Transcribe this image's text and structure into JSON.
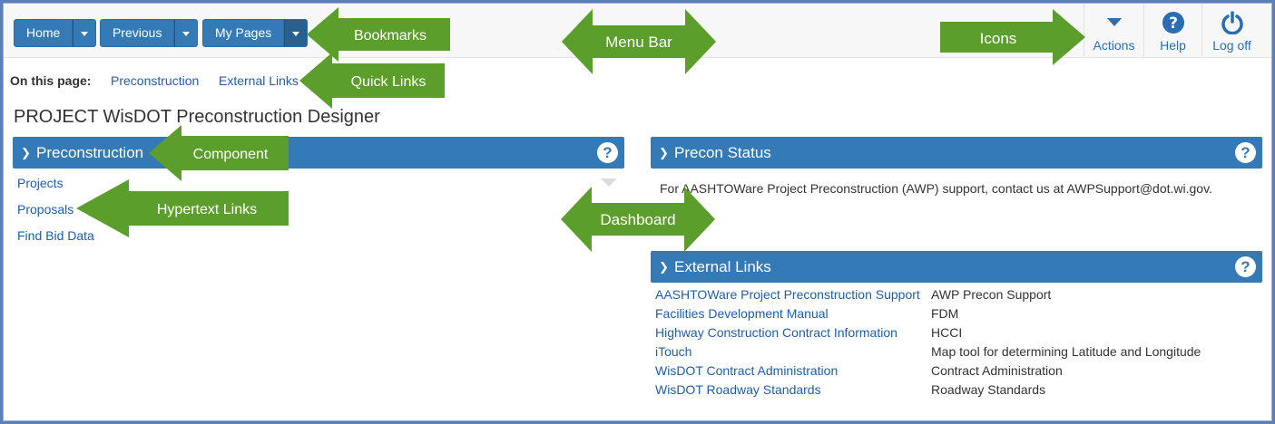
{
  "menubar": {
    "buttons": [
      {
        "label": "Home"
      },
      {
        "label": "Previous"
      },
      {
        "label": "My Pages"
      }
    ],
    "icons": [
      {
        "label": "Actions",
        "icon": "caret-down-icon"
      },
      {
        "label": "Help",
        "icon": "question-circle-icon"
      },
      {
        "label": "Log off",
        "icon": "power-icon"
      }
    ]
  },
  "quicklinks": {
    "label": "On this page:",
    "links": [
      "Preconstruction",
      "External Links"
    ]
  },
  "page_title": "PROJECT WisDOT Preconstruction Designer",
  "panels": {
    "preconstruction": {
      "title": "Preconstruction",
      "links": [
        "Projects",
        "Proposals",
        "Find Bid Data"
      ]
    },
    "precon_status": {
      "title": "Precon Status",
      "message": "For AASHTOWare Project Preconstruction (AWP) support, contact us at AWPSupport@dot.wi.gov."
    },
    "external_links": {
      "title": "External Links",
      "rows": [
        {
          "link": "AASHTOWare Project Preconstruction Support",
          "desc": "AWP Precon Support"
        },
        {
          "link": "Facilities Development Manual",
          "desc": "FDM"
        },
        {
          "link": "Highway Construction Contract Information",
          "desc": "HCCI"
        },
        {
          "link": "iTouch",
          "desc": "Map tool for determining Latitude and Longitude"
        },
        {
          "link": "WisDOT Contract Administration",
          "desc": "Contract Administration"
        },
        {
          "link": "WisDOT Roadway Standards",
          "desc": "Roadway Standards"
        }
      ]
    }
  },
  "callouts": {
    "bookmarks": "Bookmarks",
    "menu_bar": "Menu Bar",
    "icons": "Icons",
    "quick_links": "Quick Links",
    "component": "Component",
    "hypertext_links": "Hypertext Links",
    "dashboard": "Dashboard"
  },
  "colors": {
    "primary": "#337ab7",
    "link": "#1f5ea8",
    "callout": "#5c9e2c"
  }
}
